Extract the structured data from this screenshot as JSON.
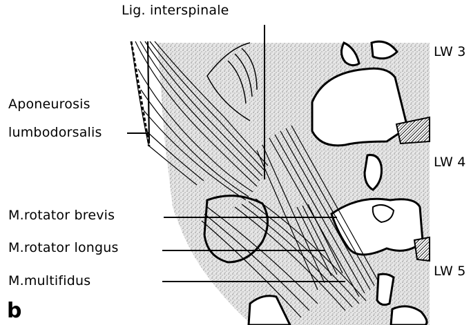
{
  "figure": {
    "panel_letter": "b",
    "labels": {
      "lig_interspinale": "Lig. interspinale",
      "aponeurosis_line1": "Aponeurosis",
      "aponeurosis_line2": "lumbodorsalis",
      "rotator_brevis": "M.rotator brevis",
      "rotator_longus": "M.rotator longus",
      "multifidus": "M.multifidus"
    },
    "vertebrae": [
      "LW 3",
      "LW 4",
      "LW 5"
    ]
  },
  "colors": {
    "ink": "#000000",
    "background": "#ffffff",
    "bone_stipple": "#b8b8b8",
    "bone_fill": "#e2e2e2"
  }
}
